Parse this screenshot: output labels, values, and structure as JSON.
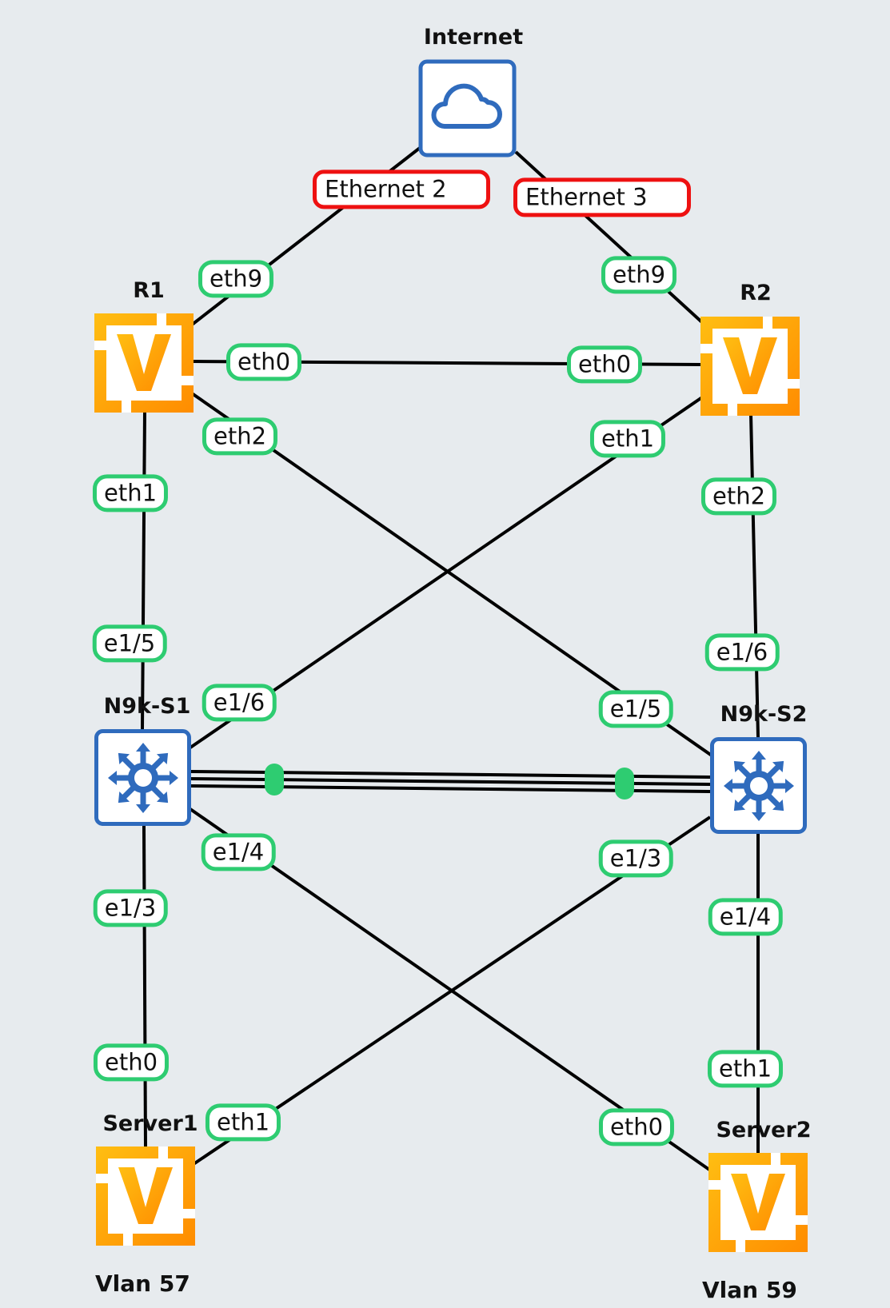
{
  "diagram": {
    "colors": {
      "background": "#e7ebee",
      "link": "#000000",
      "interface_border": "#2ecc71",
      "external_border": "#ee1111",
      "switch_blue": "#2f6bbd",
      "vm_orange_light": "#ffbe12",
      "vm_orange_dark": "#ff8c00"
    },
    "nodes": {
      "internet": {
        "label": "Internet",
        "icon": "cloud-icon",
        "type": "cloud"
      },
      "r1": {
        "label": "R1",
        "icon": "vm-icon",
        "type": "router"
      },
      "r2": {
        "label": "R2",
        "icon": "vm-icon",
        "type": "router"
      },
      "s1": {
        "label": "N9k-S1",
        "icon": "switch-icon",
        "type": "switch"
      },
      "s2": {
        "label": "N9k-S2",
        "icon": "switch-icon",
        "type": "switch"
      },
      "server1": {
        "label": "Server1",
        "icon": "vm-icon",
        "type": "server"
      },
      "server2": {
        "label": "Server2",
        "icon": "vm-icon",
        "type": "server"
      }
    },
    "notes": {
      "vlan57": "Vlan 57",
      "vlan59": "Vlan 59"
    },
    "interfaces": {
      "inet_eth2": "Ethernet 2",
      "inet_eth3": "Ethernet 3",
      "r1_eth9": "eth9",
      "r1_eth0": "eth0",
      "r1_eth2": "eth2",
      "r1_eth1": "eth1",
      "r2_eth9": "eth9",
      "r2_eth0": "eth0",
      "r2_eth1": "eth1",
      "r2_eth2": "eth2",
      "s1_e15": "e1/5",
      "s1_e16": "e1/6",
      "s1_e14": "e1/4",
      "s1_e13": "e1/3",
      "s2_e15": "e1/5",
      "s2_e16": "e1/6",
      "s2_e13": "e1/3",
      "s2_e14": "e1/4",
      "srv1_eth0": "eth0",
      "srv1_eth1": "eth1",
      "srv2_eth0": "eth0",
      "srv2_eth1": "eth1"
    },
    "links": [
      {
        "from": "internet",
        "to": "r1",
        "from_if": "Ethernet 2",
        "to_if": "eth9"
      },
      {
        "from": "internet",
        "to": "r2",
        "from_if": "Ethernet 3",
        "to_if": "eth9"
      },
      {
        "from": "r1",
        "to": "r2",
        "from_if": "eth0",
        "to_if": "eth0"
      },
      {
        "from": "r1",
        "to": "s2",
        "from_if": "eth2",
        "to_if": "e1/5"
      },
      {
        "from": "r2",
        "to": "s1",
        "from_if": "eth1",
        "to_if": "e1/6"
      },
      {
        "from": "r1",
        "to": "s1",
        "from_if": "eth1",
        "to_if": "e1/5"
      },
      {
        "from": "r2",
        "to": "s2",
        "from_if": "eth2",
        "to_if": "e1/6"
      },
      {
        "from": "s1",
        "to": "s2",
        "bundle": 3
      },
      {
        "from": "s1",
        "to": "server1",
        "from_if": "e1/3",
        "to_if": "eth0"
      },
      {
        "from": "s1",
        "to": "server2",
        "from_if": "e1/4",
        "to_if": "eth0"
      },
      {
        "from": "s2",
        "to": "server1",
        "from_if": "e1/3",
        "to_if": "eth1"
      },
      {
        "from": "s2",
        "to": "server2",
        "from_if": "e1/4",
        "to_if": "eth1"
      }
    ]
  }
}
